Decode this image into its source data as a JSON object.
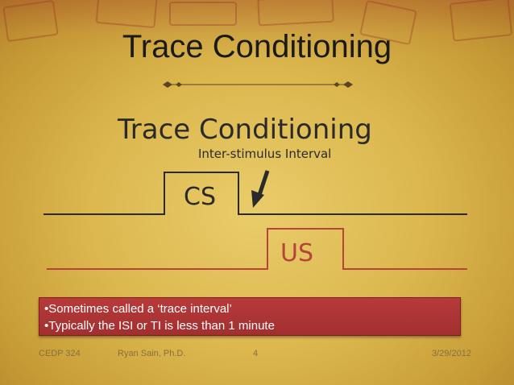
{
  "slide": {
    "title": "Trace Conditioning",
    "diagram": {
      "heading": "Trace Conditioning",
      "subheading": "Inter-stimulus Interval",
      "cs_label": "CS",
      "us_label": "US"
    },
    "bullets": [
      "•Sometimes called a ‘trace interval’",
      "•Typically the ISI or TI is less than 1 minute"
    ],
    "footer": {
      "course": "CEDP 324",
      "author": "Ryan Sain, Ph.D.",
      "page": "4",
      "date": "3/29/2012"
    },
    "colors": {
      "background": "#dcb84f",
      "us_color": "#b8433d",
      "bullet_box": "#a22f30"
    }
  }
}
